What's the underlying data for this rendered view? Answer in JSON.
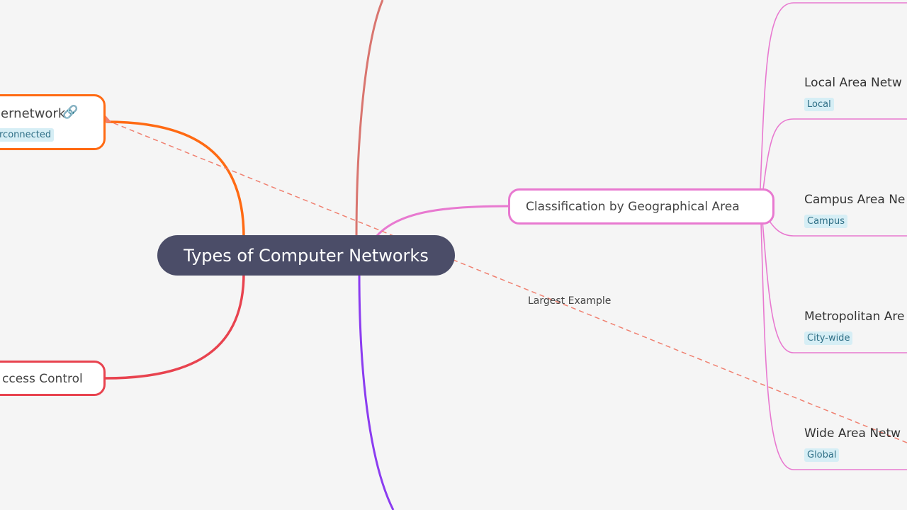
{
  "root": {
    "label": "Types of Computer Networks"
  },
  "left_nodes": [
    {
      "label": "ernetwork",
      "icon": "link-icon",
      "tag": "rconnected",
      "color": "#ff6a13"
    },
    {
      "label": "ccess Control",
      "color": "#e8434f"
    }
  ],
  "geo": {
    "label": "Classification by Geographical Area",
    "color": "#e879d0",
    "children": [
      {
        "label": "Local Area Netw",
        "tag": "Local"
      },
      {
        "label": "Campus Area Ne",
        "tag": "Campus"
      },
      {
        "label": "Metropolitan Are",
        "tag": "City-wide"
      },
      {
        "label": "Wide Area Netw",
        "tag": "Global"
      }
    ]
  },
  "relation": {
    "label": "Largest Example",
    "color": "#f08070"
  },
  "colors": {
    "root_fill": "#4b4d68",
    "top_branch": "#d9756f",
    "bottom_branch": "#8b3cf0",
    "background": "#f5f5f5"
  }
}
